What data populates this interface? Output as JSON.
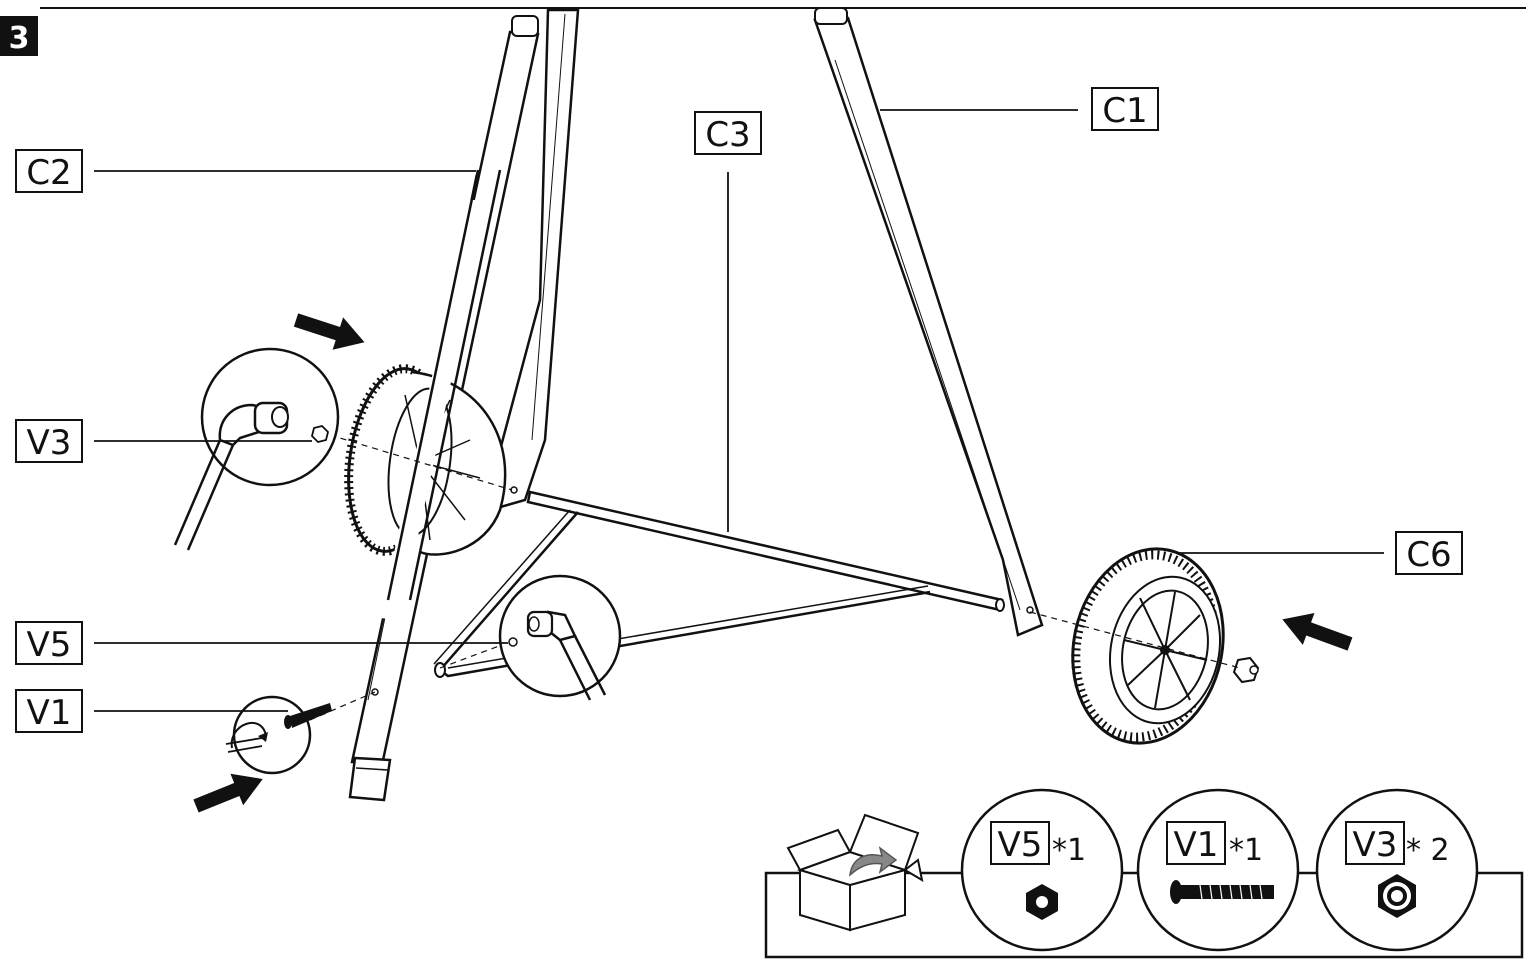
{
  "step_number": "3",
  "part_labels": {
    "c1": "C1",
    "c2": "C2",
    "c3": "C3",
    "c6": "C6",
    "v1": "V1",
    "v3": "V3",
    "v5": "V5"
  },
  "parts_box": {
    "items": [
      {
        "code": "V5",
        "quantity": "*1",
        "icon": "nut-icon"
      },
      {
        "code": "V1",
        "quantity": "*1",
        "icon": "bolt-icon"
      },
      {
        "code": "V3",
        "quantity": "* 2",
        "icon": "locknut-icon"
      }
    ],
    "box_icon": "open-box-icon"
  },
  "colors": {
    "line": "#111111",
    "background": "#ffffff"
  }
}
